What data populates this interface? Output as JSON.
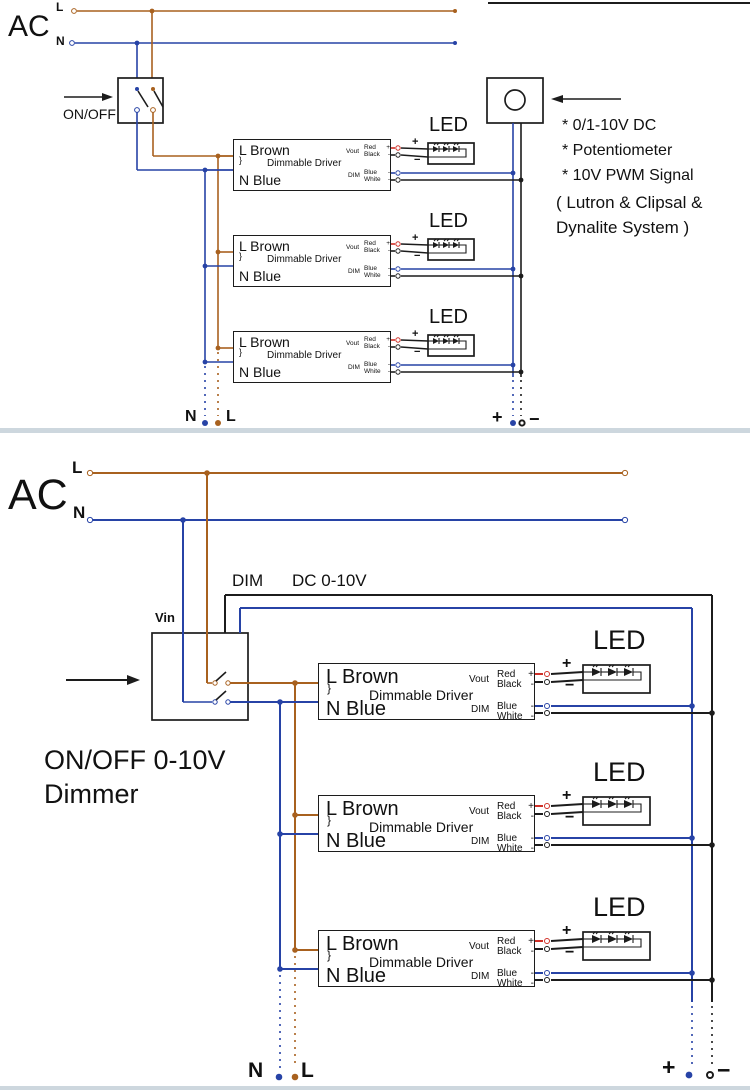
{
  "colors": {
    "wire_brown": "#a8611f",
    "wire_blue": "#2743a6",
    "wire_black": "#1c1c1c",
    "wire_red": "#d03028",
    "divider": "#cdd7de"
  },
  "driver": {
    "l_label": "L Brown",
    "brace": "}",
    "center_label": "Dimmable Driver",
    "n_label": "N Blue",
    "vout_label": "Vout",
    "dim_label": "DIM",
    "red_label": "Red",
    "red_sign": "+",
    "black_label": "Black",
    "black_sign": "-",
    "blue_label": "Blue",
    "blue_sign": "-",
    "white_label": "White",
    "white_sign": "-"
  },
  "led_label": "LED",
  "plus": "+",
  "minus": "−",
  "top": {
    "ac_label": "AC",
    "l_label": "L",
    "n_label": "N",
    "onoff_label": "ON/OFF",
    "notes": [
      "* 0/1-10V DC",
      "* Potentiometer",
      "* 10V PWM Signal"
    ],
    "system_line1": "( Lutron &  Clipsal &",
    "system_line2": "Dynalite  System )",
    "out_n": "N",
    "out_l": "L",
    "out_plus": "+",
    "out_minus": "−"
  },
  "bottom": {
    "ac_label": "AC",
    "l_label": "L",
    "n_label": "N",
    "vin_label": "Vin",
    "dim_label": "DIM",
    "dc_label": "DC 0-10V",
    "dimmer_line1": "ON/OFF 0-10V",
    "dimmer_line2": "Dimmer",
    "out_n": "N",
    "out_l": "L",
    "out_plus": "+",
    "out_minus": "−"
  }
}
